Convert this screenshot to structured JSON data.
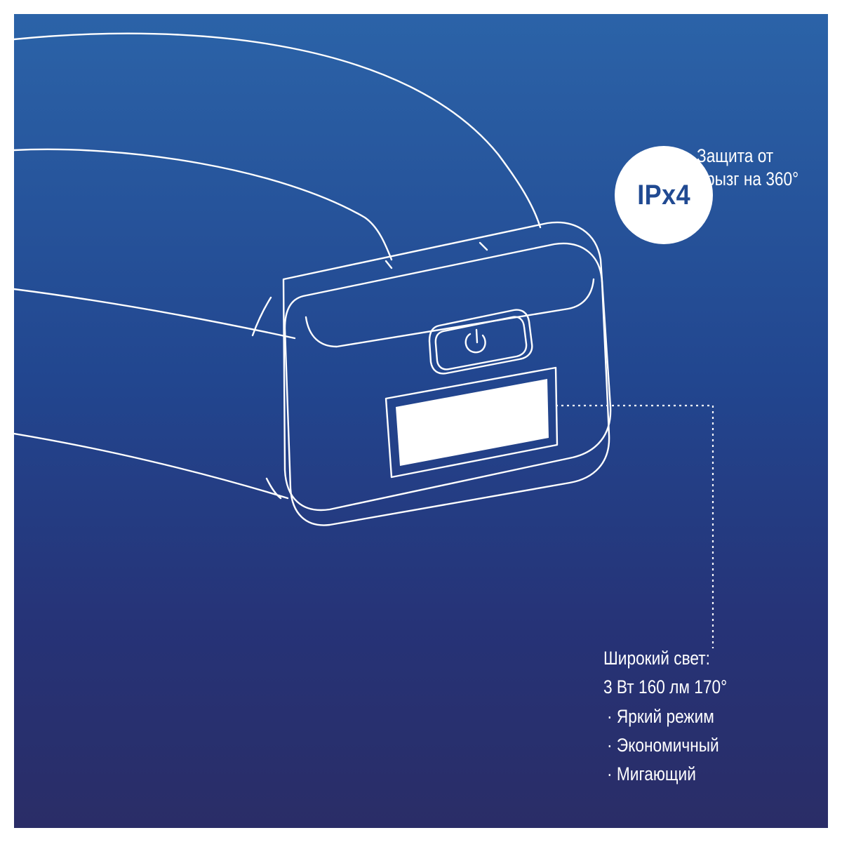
{
  "protection": {
    "badge": "IPx4",
    "line1": "Защита от",
    "line2": "брызг на 360°"
  },
  "light": {
    "title": "Широкий свет:",
    "spec": "3 Вт 160 лм 170°",
    "modes": [
      "Яркий режим",
      "Экономичный",
      "Мигающий"
    ]
  },
  "icons": {
    "power": "power-icon"
  },
  "colors": {
    "background_top": "#2b63a8",
    "background_bottom": "#2a2d67",
    "line": "#ffffff",
    "badge_text": "#214a92"
  }
}
